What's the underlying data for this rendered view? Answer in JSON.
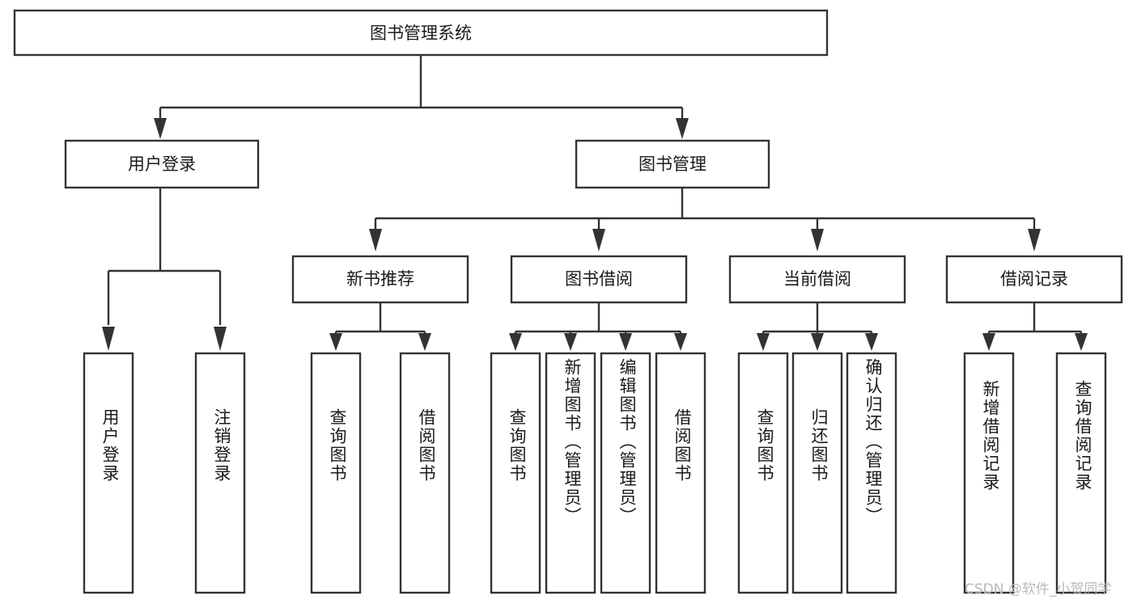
{
  "diagram": {
    "type": "tree",
    "title": "图书管理系统",
    "background_color": "#ffffff",
    "box_border_color": "#333333",
    "text_color": "#1a1a1a",
    "root": {
      "label": "图书管理系统"
    },
    "level2": [
      {
        "label": "用户登录"
      },
      {
        "label": "图书管理"
      }
    ],
    "level3": [
      {
        "label": "新书推荐"
      },
      {
        "label": "图书借阅"
      },
      {
        "label": "当前借阅"
      },
      {
        "label": "借阅记录"
      }
    ],
    "leaves": {
      "user_login": [
        {
          "label": "用户登录"
        },
        {
          "label": "注销登录"
        }
      ],
      "new_book_recommend": [
        {
          "label": "查询图书"
        },
        {
          "label": "借阅图书"
        }
      ],
      "book_borrow": [
        {
          "label": "查询图书"
        },
        {
          "label": "新增图书（管理员）"
        },
        {
          "label": "编辑图书（管理员）"
        },
        {
          "label": "借阅图书"
        }
      ],
      "current_borrow": [
        {
          "label": "查询图书"
        },
        {
          "label": "归还图书"
        },
        {
          "label": "确认归还（管理员）"
        }
      ],
      "borrow_record": [
        {
          "label": "新增借阅记录"
        },
        {
          "label": "查询借阅记录"
        }
      ]
    }
  },
  "watermark": {
    "text": "CSDN @软件_小贺同学"
  }
}
